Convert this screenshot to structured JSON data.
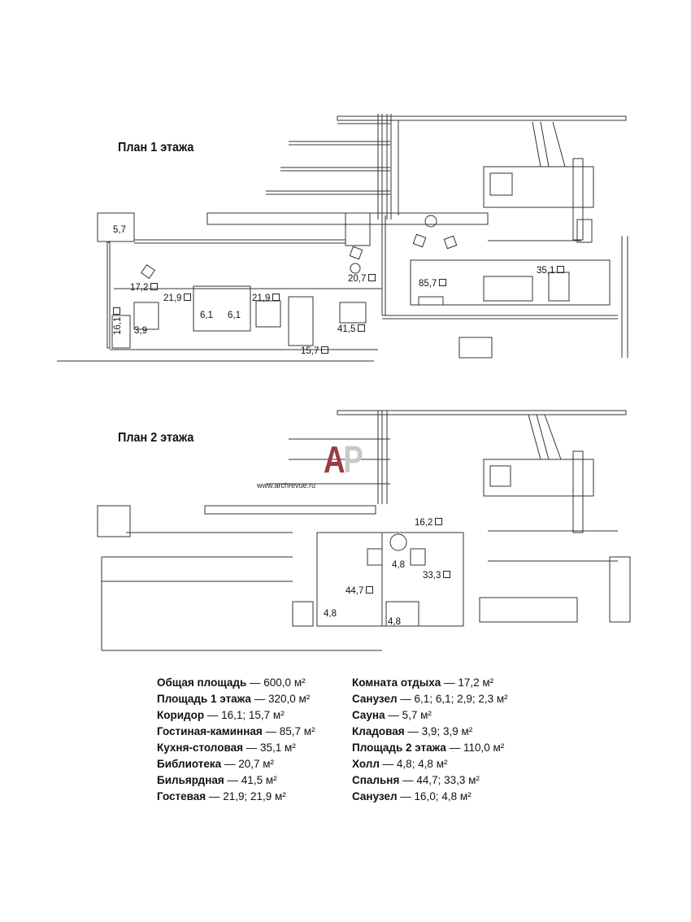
{
  "plans": [
    {
      "title": "План 1 этажа",
      "rooms": [
        "5,7",
        "17,2",
        "21,9",
        "6,1",
        "6,1",
        "21,9",
        "20,7",
        "85,7",
        "35,1",
        "16,1",
        "3,9",
        "41,5",
        "15,7"
      ]
    },
    {
      "title": "План 2 этажа",
      "rooms": [
        "16,2",
        "4,8",
        "33,3",
        "44,7",
        "4,8",
        "4,8"
      ]
    }
  ],
  "watermark": {
    "logo": "AP",
    "url": "www.archrevue.ru"
  },
  "legend": {
    "left": [
      {
        "name": "Общая площадь",
        "value": "— 600,0 м²"
      },
      {
        "name": "Площадь 1 этажа",
        "value": "— 320,0 м²"
      },
      {
        "name": "Коридор",
        "value": "— 16,1; 15,7 м²"
      },
      {
        "name": "Гостиная-каминная",
        "value": "— 85,7 м²"
      },
      {
        "name": "Кухня-столовая",
        "value": "— 35,1 м²"
      },
      {
        "name": "Библиотека",
        "value": "— 20,7 м²"
      },
      {
        "name": "Бильярдная",
        "value": "— 41,5 м²"
      },
      {
        "name": "Гостевая",
        "value": "— 21,9; 21,9 м²"
      }
    ],
    "right": [
      {
        "name": "Комната отдыха",
        "value": "— 17,2 м²"
      },
      {
        "name": "Санузел",
        "value": "— 6,1; 6,1; 2,9; 2,3 м²"
      },
      {
        "name": "Сауна",
        "value": "— 5,7 м²"
      },
      {
        "name": "Кладовая",
        "value": "— 3,9; 3,9 м²"
      },
      {
        "name": "Площадь 2 этажа",
        "value": "— 110,0 м²"
      },
      {
        "name": "Холл",
        "value": "— 4,8; 4,8 м²"
      },
      {
        "name": "Спальня",
        "value": "— 44,7; 33,3 м²"
      },
      {
        "name": "Санузел",
        "value": "— 16,0; 4,8 м²"
      }
    ]
  }
}
